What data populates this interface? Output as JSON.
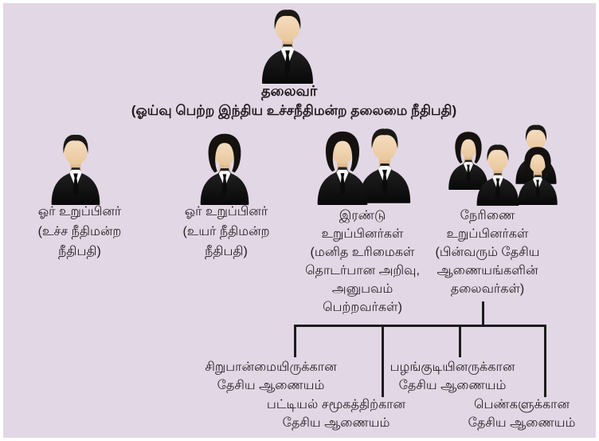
{
  "page": {
    "background_color": "#e2d7e5",
    "border_color": "#ffffff",
    "line_color": "#1c1c1c",
    "text_color": "#201a1e",
    "suit_color": "#141414",
    "skin_color": "#f2d2ac",
    "hair_color": "#17130f",
    "shirt_color": "#f8f8f8"
  },
  "chairman": {
    "icon": "man-icon",
    "title": "தலைவர்",
    "subtitle": "(ஓய்வு பெற்ற இந்திய உச்சநீதிமன்ற தலைமை நீதிபதி)"
  },
  "members": [
    {
      "icon": "man-icon",
      "lines": [
        "ஓர் உறுப்பினர்",
        "(உச்ச நீதிமன்ற",
        "நீதிபதி)"
      ]
    },
    {
      "icon": "woman-icon",
      "lines": [
        "ஓர் உறுப்பினர்",
        "(உயர் நீதிமன்ற",
        "நீதிபதி)"
      ]
    },
    {
      "icon": "two-persons-icon",
      "lines": [
        "இரண்டு",
        "உறுப்பினர்கள்",
        "(மனித உரிமைகள்",
        "தொடர்பான அறிவு,",
        "அனுபவம்",
        "பெற்றவர்கள்)"
      ]
    },
    {
      "icon": "people-group-icon",
      "lines": [
        "நேரிணை",
        "உறுப்பினர்கள்",
        "(பின்வரும் தேசிய",
        "ஆணையங்களின்",
        "தலைவர்கள்)"
      ]
    }
  ],
  "commissions": [
    {
      "lines": [
        "சிறுபான்மையிருக்கான",
        "தேசிய ஆணையம்"
      ]
    },
    {
      "lines": [
        "பழங்குடியினருக்கான",
        "தேசிய ஆணையம்"
      ]
    },
    {
      "lines": [
        "பட்டியல் சமூகத்திற்கான",
        "தேசிய ஆணையம்"
      ]
    },
    {
      "lines": [
        "பெண்களுக்கான",
        "தேசிய ஆணையம்"
      ]
    }
  ]
}
